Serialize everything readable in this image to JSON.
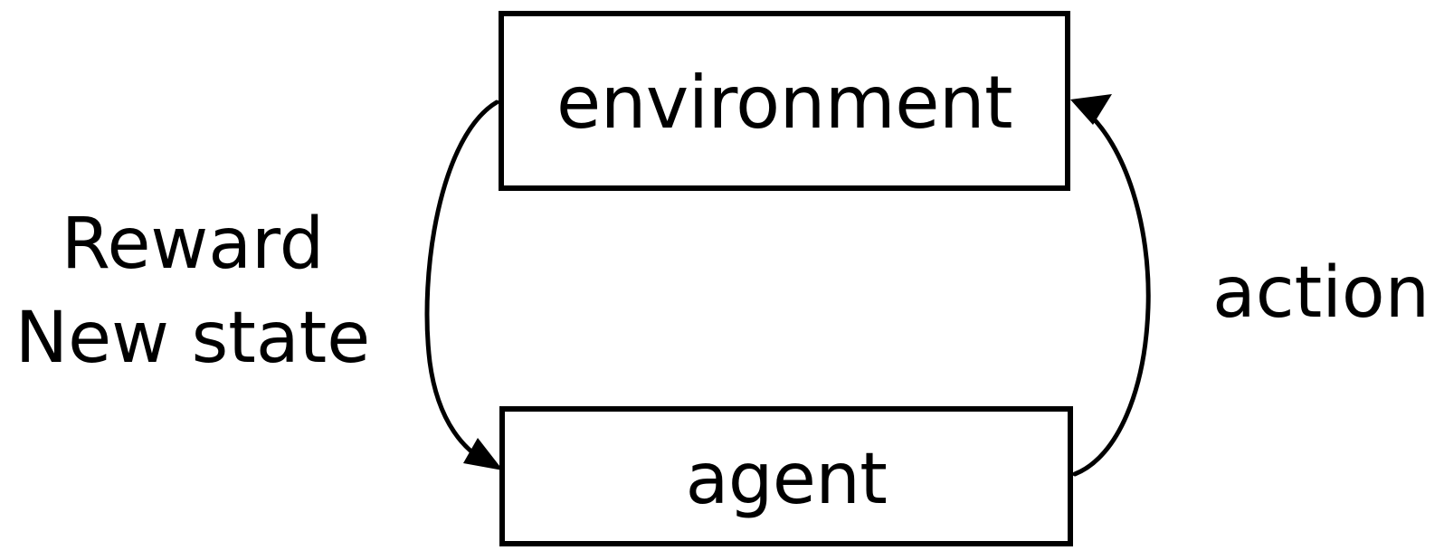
{
  "diagram": {
    "title": "reinforcement-learning-loop",
    "background_color": "#ffffff",
    "stroke_color": "#000000",
    "nodes": [
      {
        "id": "environment",
        "label": "environment"
      },
      {
        "id": "agent",
        "label": "agent"
      }
    ],
    "edges": [
      {
        "id": "env-to-agent",
        "from": "environment",
        "to": "agent",
        "label_lines": [
          "Reward",
          "New state"
        ],
        "label_position": "left",
        "direction": "downward",
        "style": "curved-arrow"
      },
      {
        "id": "agent-to-env",
        "from": "agent",
        "to": "environment",
        "label_lines": [
          "action"
        ],
        "label_position": "right",
        "direction": "upward",
        "style": "curved-arrow"
      }
    ],
    "labels": {
      "left_line1": "Reward",
      "left_line2": "New state",
      "right_line1": "action"
    }
  }
}
